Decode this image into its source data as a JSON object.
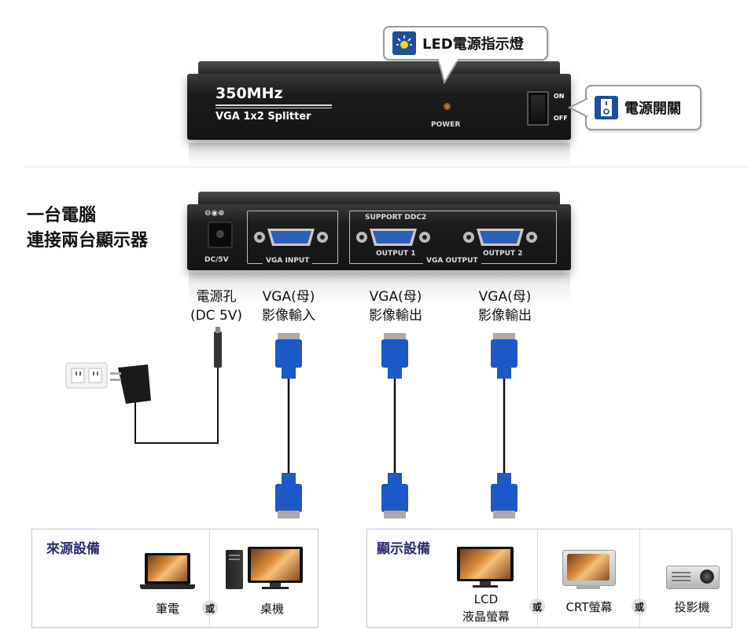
{
  "callouts": {
    "led": "LED電源指示燈",
    "power_switch": "電源開關"
  },
  "device_front": {
    "freq": "350MHz",
    "model": "VGA 1x2 Splitter",
    "power_label": "POWER",
    "on_label": "ON",
    "off_label": "OFF"
  },
  "device_back": {
    "dc_label": "DC/5V",
    "vga_input": "VGA INPUT",
    "support": "SUPPORT DDC2",
    "output1": "OUTPUT 1",
    "output2": "OUTPUT 2",
    "vga_output": "VGA OUTPUT"
  },
  "heading": {
    "line1": "一台電腦",
    "line2": "連接兩台顯示器"
  },
  "port_labels": [
    {
      "line1": "電源孔",
      "line2": "(DC 5V)"
    },
    {
      "line1": "VGA(母)",
      "line2": "影像輸入"
    },
    {
      "line1": "VGA(母)",
      "line2": "影像輸出"
    },
    {
      "line1": "VGA(母)",
      "line2": "影像輸出"
    }
  ],
  "source_panel": {
    "title": "來源設備",
    "notebook": "筆電",
    "or": "或",
    "desktop": "桌機"
  },
  "display_panel": {
    "title": "顯示設備",
    "lcd_line1": "LCD",
    "lcd_line2": "液晶螢幕",
    "or1": "或",
    "crt": "CRT螢幕",
    "or2": "或",
    "projector": "投影機"
  }
}
